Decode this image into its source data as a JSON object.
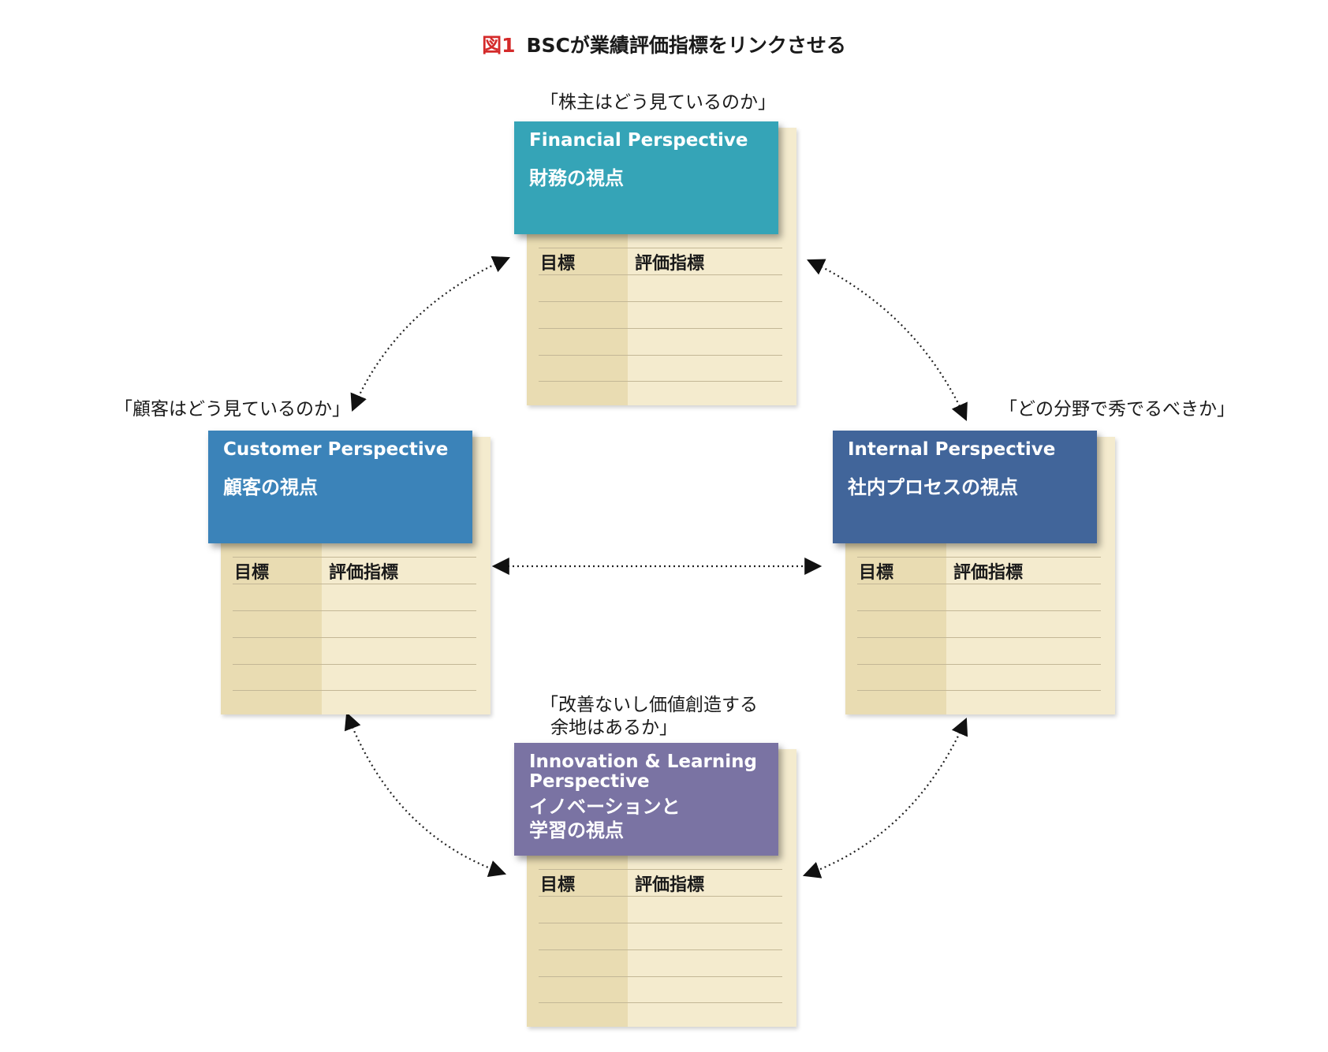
{
  "title": {
    "figure_label": "図1",
    "text": "BSCが業績評価指標をリンクさせる"
  },
  "columns": {
    "goal": "目標",
    "metric": "評価指標"
  },
  "perspectives": {
    "financial": {
      "en": "Financial Perspective",
      "ja": "財務の視点",
      "question": "「株主はどう見ているのか」",
      "color": "#35a4b7"
    },
    "customer": {
      "en": "Customer Perspective",
      "ja": "顧客の視点",
      "question": "「顧客はどう見ているのか」",
      "color": "#3b83b9"
    },
    "internal": {
      "en": "Internal Perspective",
      "ja": "社内プロセスの視点",
      "question": "「どの分野で秀でるべきか」",
      "color": "#41659a"
    },
    "innovation": {
      "en": "Innovation & Learning\nPerspective",
      "ja": "イノベーションと\n学習の視点",
      "question_line1": "「改善ないし価値創造する",
      "question_line2": "余地はあるか」",
      "color": "#7a73a3"
    }
  }
}
